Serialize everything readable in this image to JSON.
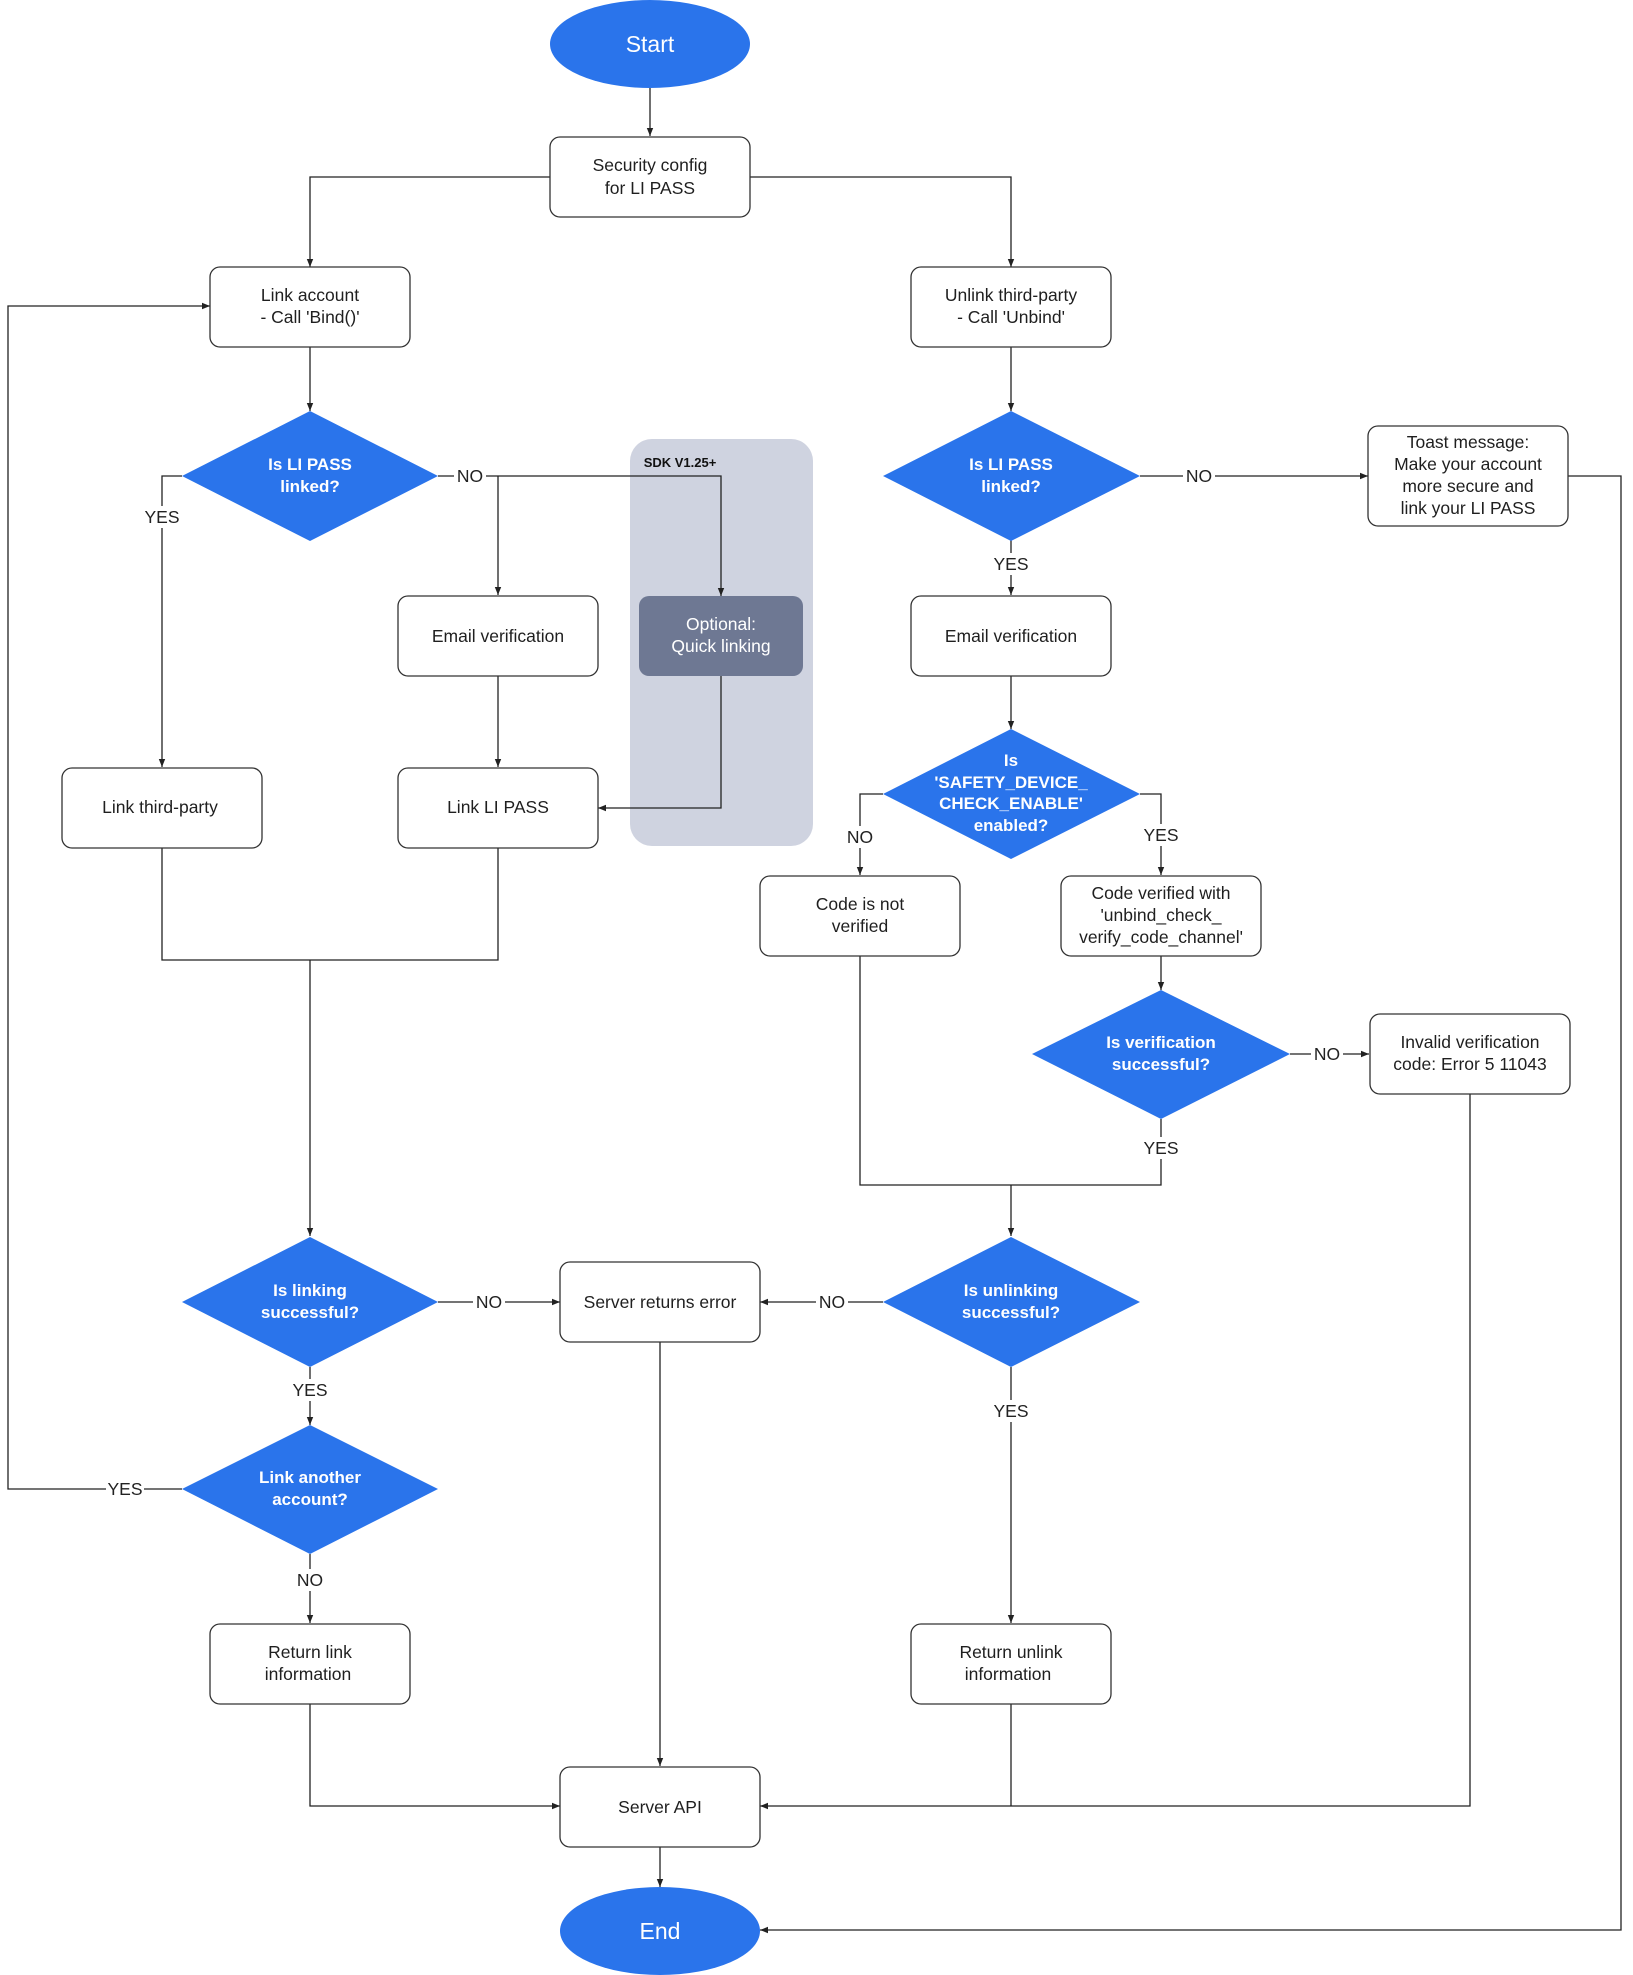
{
  "nodes": {
    "start": "Start",
    "security": [
      "Security config",
      "for LI PASS"
    ],
    "link_account": [
      "Link account",
      "- Call 'Bind()'"
    ],
    "unlink": [
      "Unlink third-party",
      "- Call 'Unbind'"
    ],
    "is_linked_left": [
      "Is LI PASS",
      "linked?"
    ],
    "is_linked_right": [
      "Is LI PASS",
      "linked?"
    ],
    "sdk_group": "SDK V1.25+",
    "quick_linking": [
      "Optional:",
      "Quick linking"
    ],
    "email_left": [
      "Email verification"
    ],
    "email_right": [
      "Email verification"
    ],
    "toast": [
      "Toast message:",
      "Make your account",
      "more secure and",
      "link your LI PASS"
    ],
    "link_third_party": [
      "Link third-party"
    ],
    "link_li_pass": [
      "Link LI PASS"
    ],
    "safety": [
      "Is",
      "'SAFETY_DEVICE_",
      "CHECK_ENABLE'",
      "enabled?"
    ],
    "code_not_verified": [
      "Code is not",
      "verified"
    ],
    "code_verified": [
      "Code verified with",
      "'unbind_check_",
      "verify_code_channel'"
    ],
    "is_verification": [
      "Is verification",
      "successful?"
    ],
    "invalid_code": [
      "Invalid verification",
      "code: Error 5 11043"
    ],
    "is_linking": [
      "Is linking",
      "successful?"
    ],
    "server_error": [
      "Server returns error"
    ],
    "is_unlinking": [
      "Is unlinking",
      "successful?"
    ],
    "link_another": [
      "Link another",
      "account?"
    ],
    "return_link": [
      "Return link",
      "information"
    ],
    "return_unlink": [
      "Return unlink",
      "information"
    ],
    "server_api": [
      "Server API"
    ],
    "end": "End"
  },
  "edge_labels": {
    "yes": "YES",
    "no": "NO"
  },
  "colors": {
    "accent": "#2A74EB",
    "group_bg": "#CFD3E0",
    "group_node": "#6E7893",
    "line": "#222222"
  }
}
